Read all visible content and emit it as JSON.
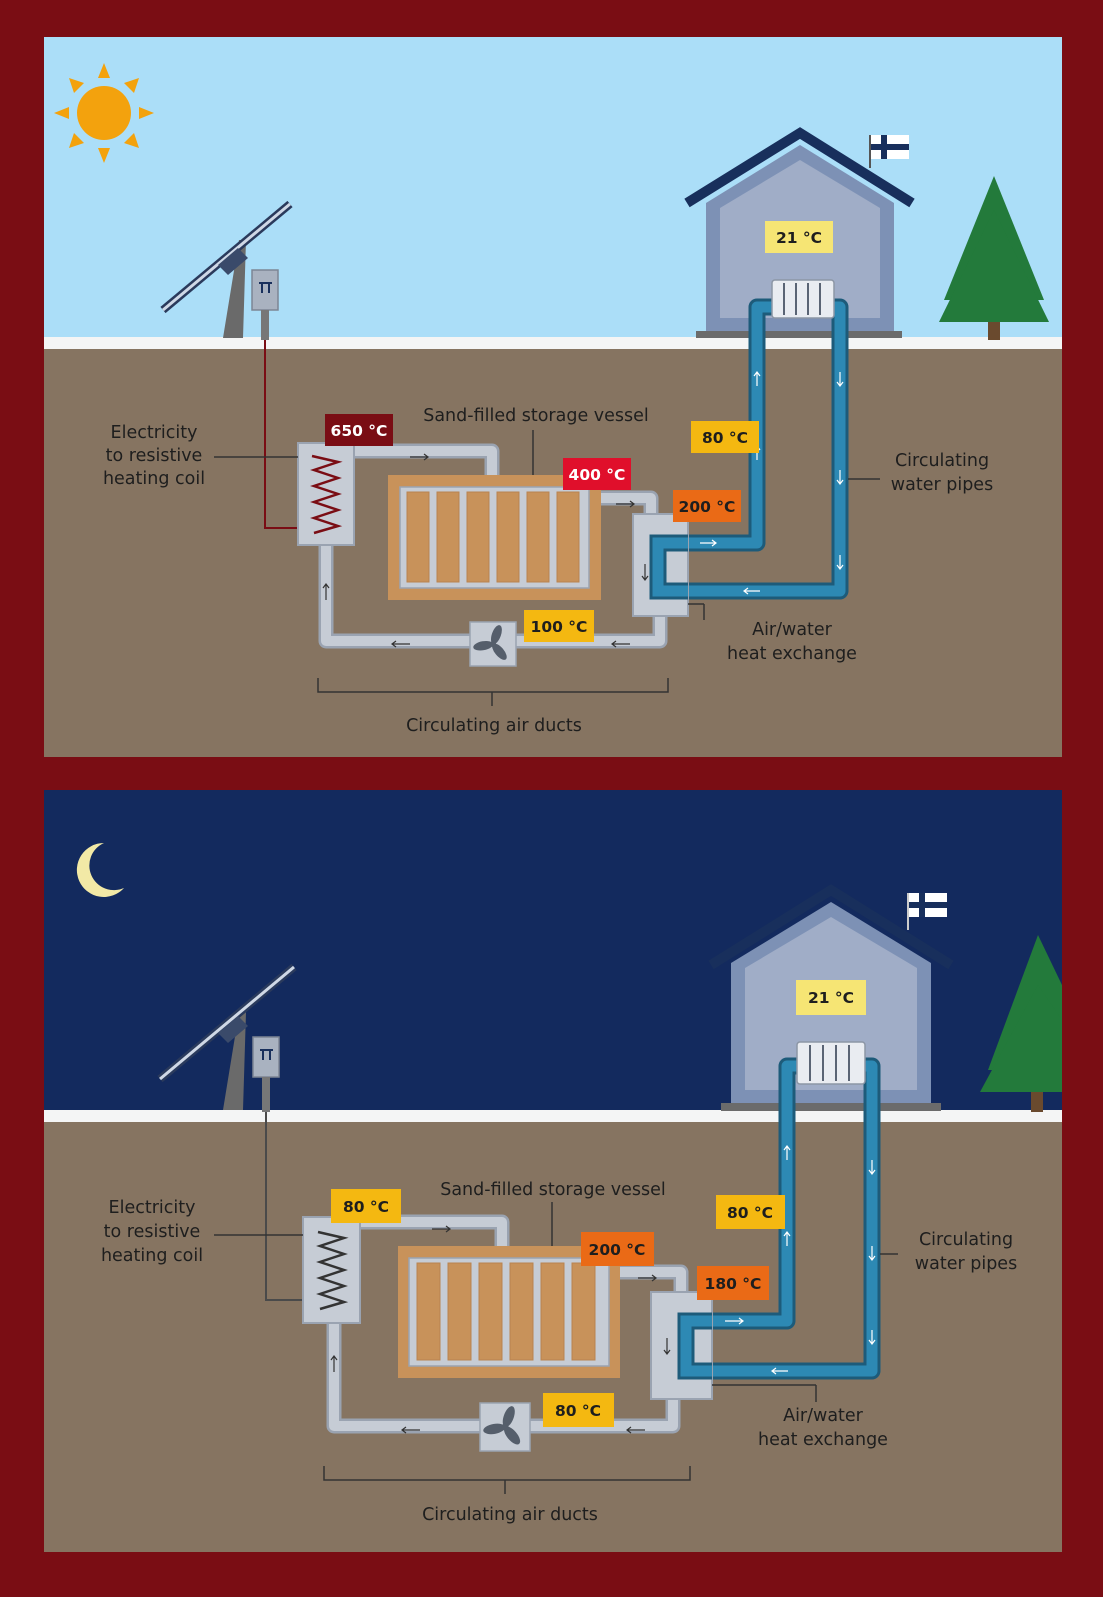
{
  "colors": {
    "frame": "#7a0d14",
    "sky_day": "#abdef8",
    "sky_night": "#132a5e",
    "ground": "#867461",
    "snow": "#f4f5f5",
    "pipe_air": "#c6ccd5",
    "pipe_water": "#2d89b4",
    "sand": "#c8925a",
    "house": "#9aa9c4",
    "roof": "#182f5c",
    "tree": "#237a3b",
    "sun": "#f3a20d",
    "moon": "#f2e9a6"
  },
  "panels": [
    {
      "scene": "day",
      "house_temp": "21 °C",
      "heater_temp": "650 °C",
      "vessel_temp": "400 °C",
      "exchanger_temp": "200 °C",
      "water_temp": "80 °C",
      "fan_temp": "100 °C",
      "labels": {
        "electricity": [
          "Electricity",
          "to resistive",
          "heating coil"
        ],
        "vessel": "Sand-filled storage vessel",
        "water_pipes": [
          "Circulating",
          "water pipes"
        ],
        "exchange": [
          "Air/water",
          "heat exchange"
        ],
        "air_ducts": "Circulating air ducts"
      }
    },
    {
      "scene": "night",
      "house_temp": "21 °C",
      "heater_temp": "80 °C",
      "vessel_temp": "200 °C",
      "exchanger_temp": "180 °C",
      "water_temp": "80 °C",
      "fan_temp": "80 °C",
      "labels": {
        "electricity": [
          "Electricity",
          "to resistive",
          "heating coil"
        ],
        "vessel": "Sand-filled storage vessel",
        "water_pipes": [
          "Circulating",
          "water pipes"
        ],
        "exchange": [
          "Air/water",
          "heat exchange"
        ],
        "air_ducts": "Circulating air ducts"
      }
    }
  ]
}
